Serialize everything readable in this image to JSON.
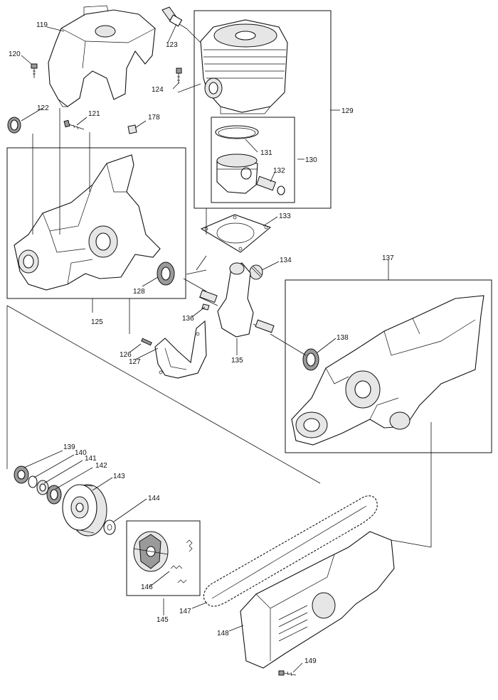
{
  "diagram": {
    "parts": {
      "p119": "119",
      "p120": "120",
      "p121": "121",
      "p122": "122",
      "p123": "123",
      "p124": "124",
      "p125": "125",
      "p126": "126",
      "p127": "127",
      "p128": "128",
      "p129": "129",
      "p130": "130",
      "p131": "131",
      "p132": "132",
      "p133": "133",
      "p134": "134",
      "p135": "135",
      "p136": "136",
      "p137": "137",
      "p138": "138",
      "p139": "139",
      "p140": "140",
      "p141": "141",
      "p142": "142",
      "p143": "143",
      "p144": "144",
      "p145": "145",
      "p146": "146",
      "p147": "147",
      "p148": "148",
      "p149": "149",
      "p178": "178"
    }
  }
}
